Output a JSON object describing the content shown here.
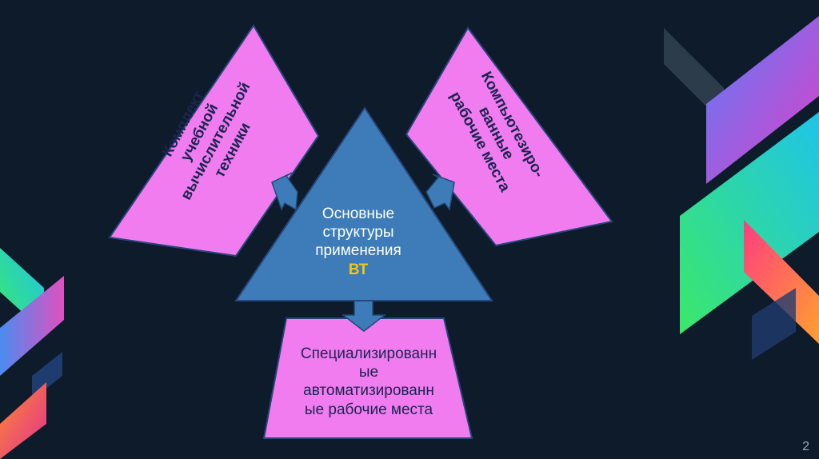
{
  "slide": {
    "number": "2",
    "colors": {
      "background": "#0d1b2a",
      "card": "#f07cf0",
      "triangle": "#3d7cb8",
      "accent_text": "#f2c811"
    }
  },
  "center": {
    "lines": [
      "Основные",
      "структуры",
      "применения"
    ],
    "accent": "ВТ"
  },
  "left_card": {
    "lines": [
      "Комплект",
      "учебной",
      "вычислительной",
      "техники"
    ]
  },
  "right_card": {
    "lines": [
      "Компьютезиро-",
      "ванные",
      "рабочие места"
    ]
  },
  "bottom_card": {
    "lines": [
      "Специализированн",
      "ые",
      "автоматизированн",
      "ые рабочие места"
    ]
  }
}
